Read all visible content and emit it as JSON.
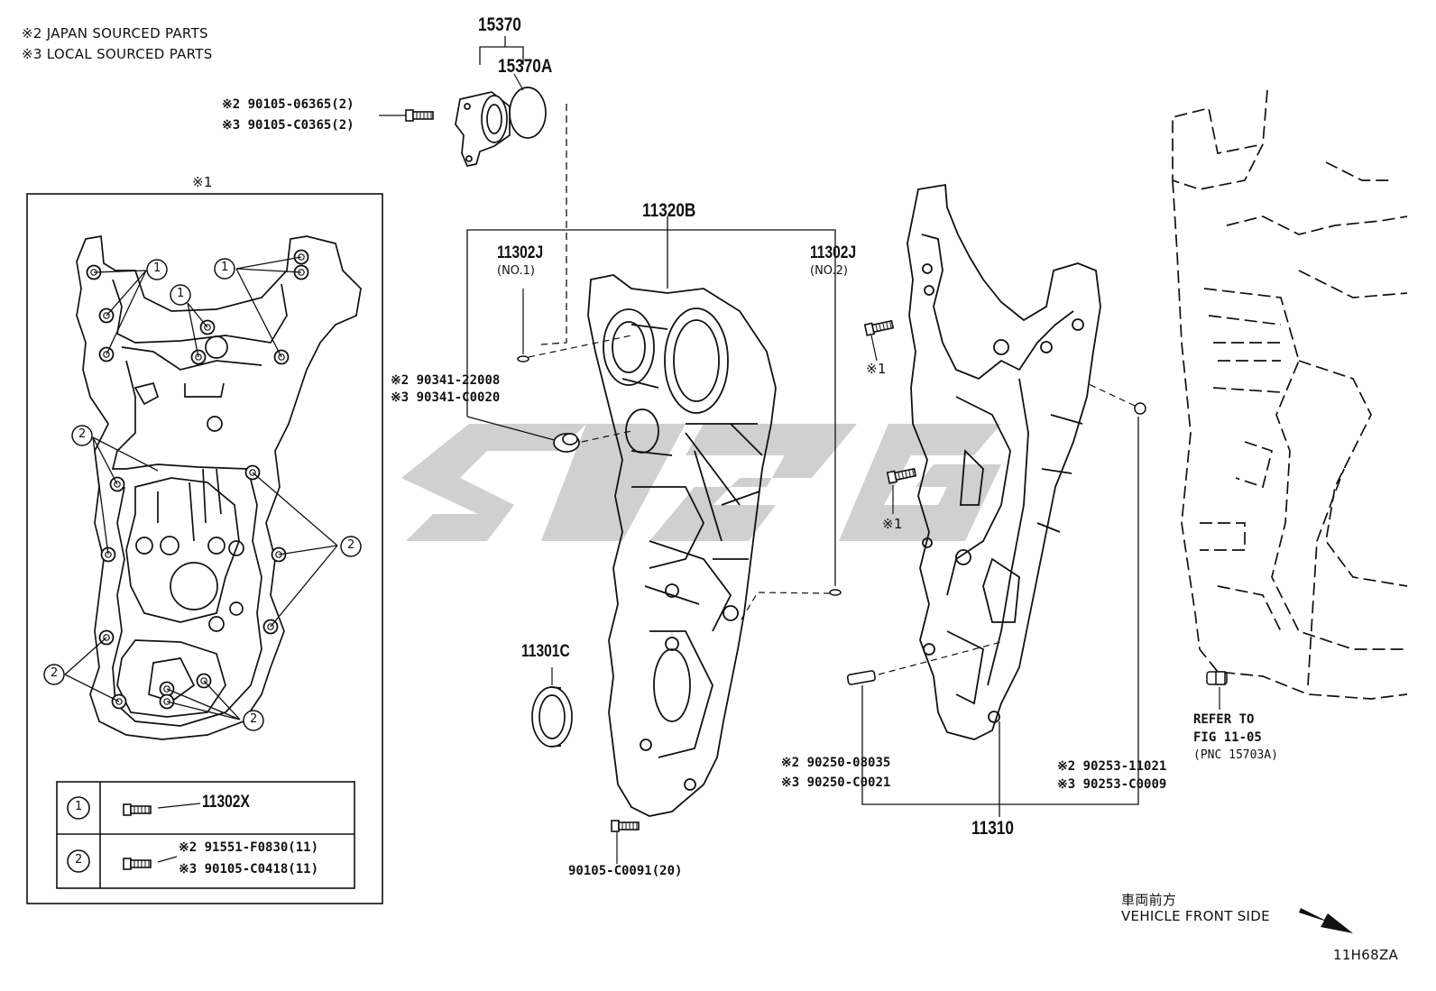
{
  "notes": {
    "japan": "※2 JAPAN SOURCED PARTS",
    "local": "※3 LOCAL SOURCED PARTS",
    "inset_mark": "※1"
  },
  "callouts": {
    "c1": "1",
    "c2": "2"
  },
  "parts": {
    "p15370": "15370",
    "p15370a": "15370A",
    "bolt_top_a": "※2 90105-06365(2)",
    "bolt_top_b": "※3 90105-C0365(2)",
    "p11320b": "11320B",
    "p11302j_1": "11302J",
    "p11302j_1_sub": "(NO.1)",
    "p11302j_2": "11302J",
    "p11302j_2_sub": "(NO.2)",
    "plug_a": "※2 90341-22008",
    "plug_b": "※3 90341-C0020",
    "p11301c": "11301C",
    "bolt_bottom": "90105-C0091(20)",
    "mark1_a": "※1",
    "mark1_b": "※1",
    "pin_a": "※2 90250-08035",
    "pin_b": "※3 90250-C0021",
    "dowel_a": "※2 90253-11021",
    "dowel_b": "※3 90253-C0009",
    "p11310": "11310",
    "refer1": "REFER TO",
    "refer2": "FIG 11-05",
    "refer3": "(PNC 15703A)"
  },
  "legend": {
    "row1_num": "1",
    "row1_part": "11302X",
    "row2_num": "2",
    "row2_a": "※2 91551-F0830(11)",
    "row2_b": "※3 90105-C0418(11)"
  },
  "direction": {
    "jp": "車両前方",
    "en": "VEHICLE FRONT SIDE"
  },
  "figure_id": "11H68ZA"
}
